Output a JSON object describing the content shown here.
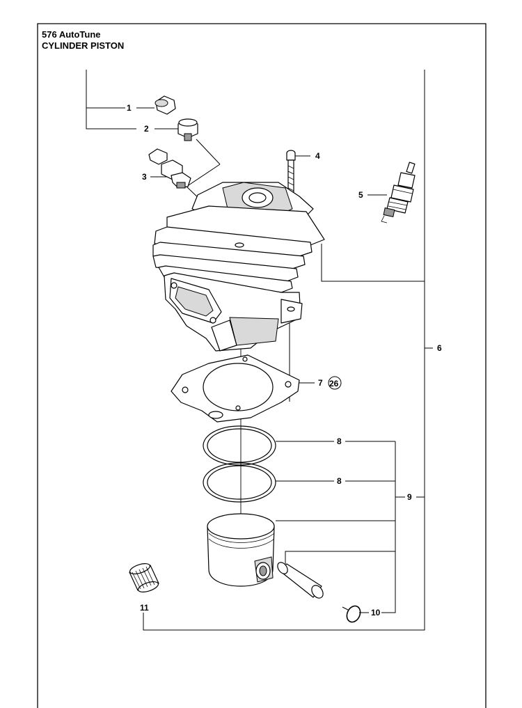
{
  "header": {
    "model": "576 AutoTune",
    "section": "CYLINDER PISTON"
  },
  "callouts": [
    {
      "id": "c1",
      "label": "1"
    },
    {
      "id": "c2",
      "label": "2"
    },
    {
      "id": "c3",
      "label": "3"
    },
    {
      "id": "c4",
      "label": "4"
    },
    {
      "id": "c5",
      "label": "5"
    },
    {
      "id": "c6",
      "label": "6"
    },
    {
      "id": "c7",
      "label": "7"
    },
    {
      "id": "c7ref",
      "label": "26"
    },
    {
      "id": "c8a",
      "label": "8"
    },
    {
      "id": "c8b",
      "label": "8"
    },
    {
      "id": "c9",
      "label": "9"
    },
    {
      "id": "c10",
      "label": "10"
    },
    {
      "id": "c11",
      "label": "11"
    }
  ]
}
